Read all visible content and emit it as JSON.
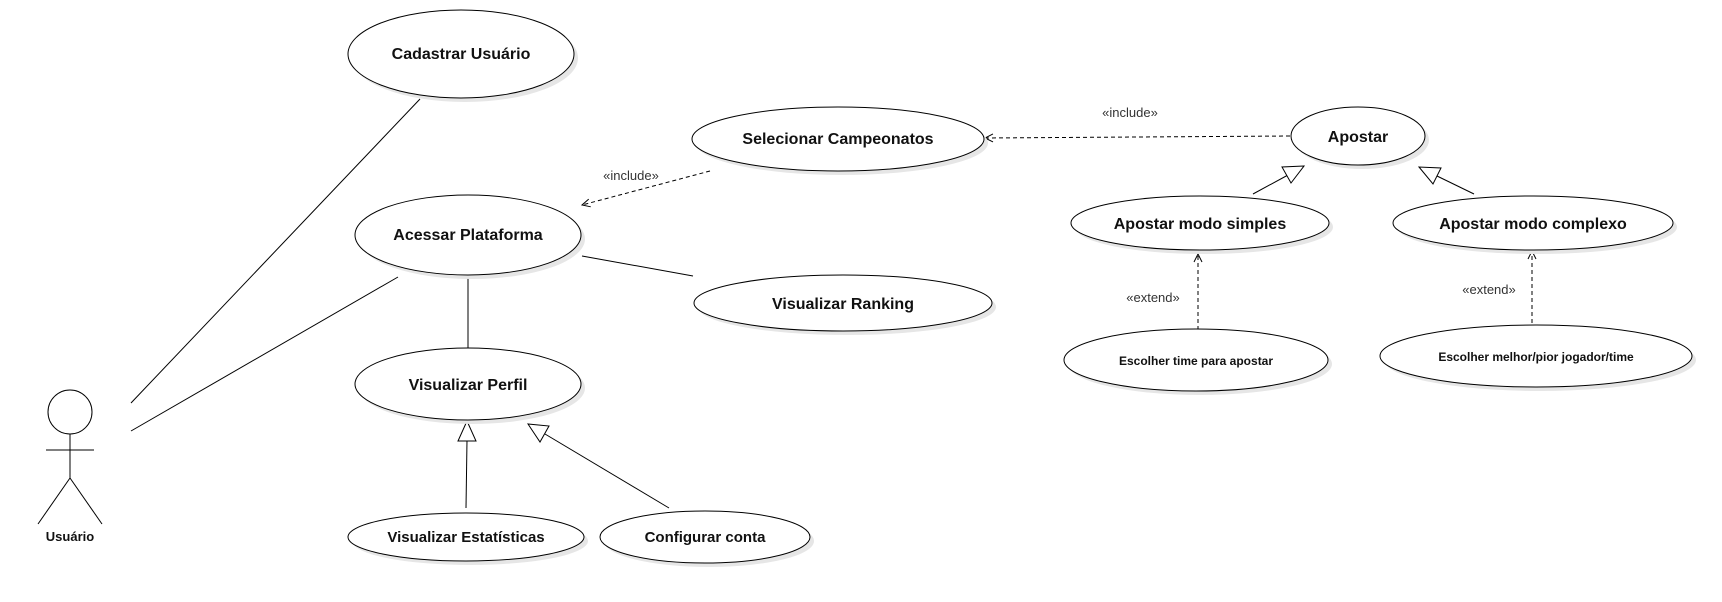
{
  "actor": {
    "label": "Usuário"
  },
  "use_cases": {
    "cadastrar_usuario": "Cadastrar Usuário",
    "acessar_plataforma": "Acessar Plataforma",
    "selecionar_campeonatos": "Selecionar Campeonatos",
    "visualizar_ranking": "Visualizar Ranking",
    "visualizar_perfil": "Visualizar Perfil",
    "visualizar_estatisticas": "Visualizar Estatísticas",
    "configurar_conta": "Configurar conta",
    "apostar": "Apostar",
    "apostar_modo_simples": "Apostar modo simples",
    "apostar_modo_complexo": "Apostar modo complexo",
    "escolher_time": "Escolher time para apostar",
    "escolher_jogador": "Escolher melhor/pior jogador/time"
  },
  "stereotypes": {
    "include_campeonatos_acessar": "«include»",
    "include_apostar_campeonatos": "«include»",
    "extend_simples": "«extend»",
    "extend_complexo": "«extend»"
  }
}
